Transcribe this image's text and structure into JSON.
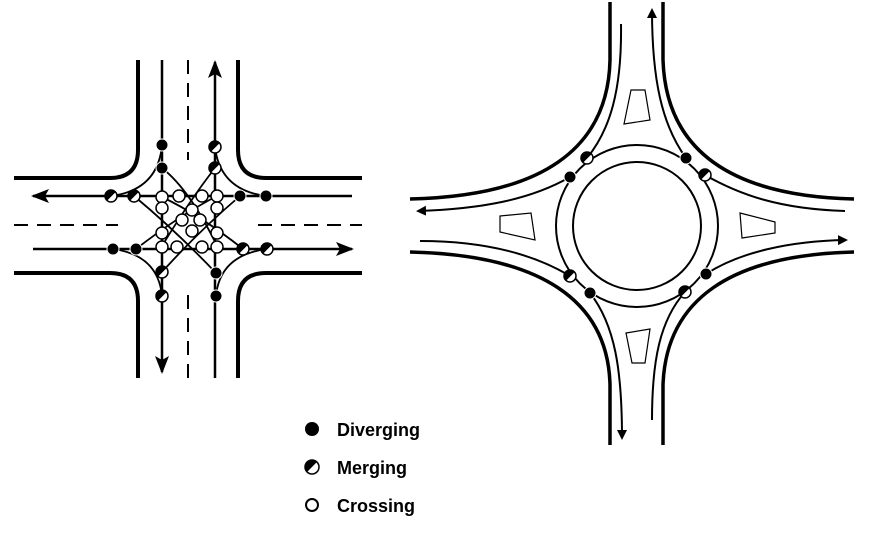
{
  "legend": {
    "diverging": "Diverging",
    "merging": "Merging",
    "crossing": "Crossing"
  },
  "colors": {
    "ink": "#000000",
    "background": "#ffffff"
  },
  "diagrams": {
    "left": "conventional-four-leg-intersection",
    "right": "roundabout"
  }
}
